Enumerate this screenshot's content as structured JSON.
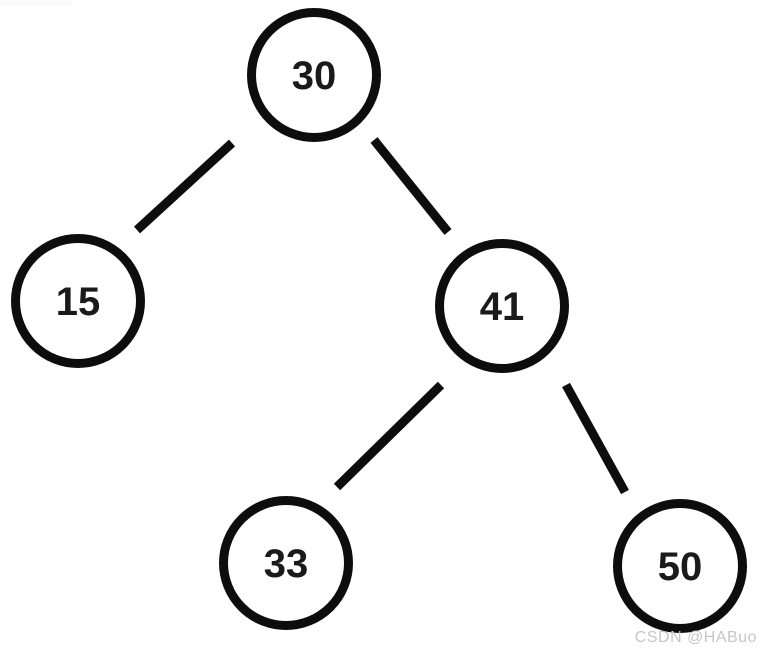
{
  "diagram": {
    "type": "binary-tree",
    "nodes": [
      {
        "id": "root",
        "value": "30"
      },
      {
        "id": "root-left",
        "value": "15"
      },
      {
        "id": "root-right",
        "value": "41"
      },
      {
        "id": "right-left",
        "value": "33"
      },
      {
        "id": "right-right",
        "value": "50"
      }
    ],
    "edges": [
      {
        "from": "30",
        "to": "15"
      },
      {
        "from": "30",
        "to": "41"
      },
      {
        "from": "41",
        "to": "33"
      },
      {
        "from": "41",
        "to": "50"
      }
    ]
  },
  "watermark": {
    "text": "CSDN @HABuo",
    "color": "#c6c6c6"
  },
  "colors": {
    "background": "#ffffff",
    "node_stroke": "#0d0d0d",
    "edge_stroke": "#0d0d0d",
    "label_text": "#1a1a1a"
  }
}
